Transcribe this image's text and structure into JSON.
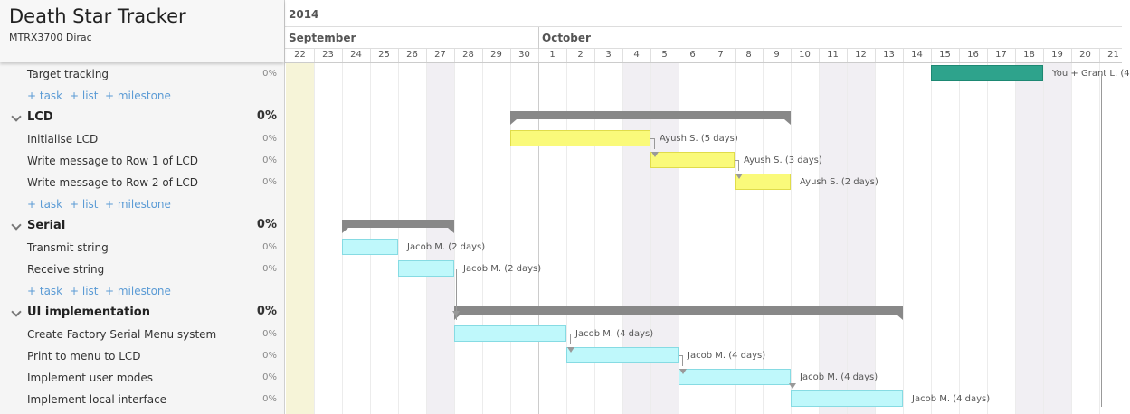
{
  "project": {
    "title": "Death Star Tracker",
    "subtitle": "MTRX3700 Dirac"
  },
  "links": {
    "task": "+ task",
    "list": "+ list",
    "milestone": "+ milestone"
  },
  "timeline": {
    "year": "2014",
    "months": [
      "September",
      "October"
    ],
    "days": [
      "22",
      "23",
      "24",
      "25",
      "26",
      "27",
      "28",
      "29",
      "30",
      "1",
      "2",
      "3",
      "4",
      "5",
      "6",
      "7",
      "8",
      "9",
      "10",
      "11",
      "12",
      "13",
      "14",
      "15",
      "16",
      "17",
      "18",
      "19",
      "20",
      "21"
    ]
  },
  "rows": [
    {
      "type": "task",
      "label": "Target tracking",
      "pct": "0%"
    },
    {
      "type": "links"
    },
    {
      "type": "group",
      "label": "LCD",
      "pct": "0%"
    },
    {
      "type": "task",
      "label": "Initialise LCD",
      "pct": "0%"
    },
    {
      "type": "task",
      "label": "Write message to Row 1 of LCD",
      "pct": "0%"
    },
    {
      "type": "task",
      "label": "Write message to Row 2 of LCD",
      "pct": "0%"
    },
    {
      "type": "links"
    },
    {
      "type": "group",
      "label": "Serial",
      "pct": "0%"
    },
    {
      "type": "task",
      "label": "Transmit string",
      "pct": "0%"
    },
    {
      "type": "task",
      "label": "Receive string",
      "pct": "0%"
    },
    {
      "type": "links"
    },
    {
      "type": "group",
      "label": "UI implementation",
      "pct": "0%"
    },
    {
      "type": "task",
      "label": "Create Factory Serial Menu system",
      "pct": "0%"
    },
    {
      "type": "task",
      "label": "Print to menu to LCD",
      "pct": "0%"
    },
    {
      "type": "task",
      "label": "Implement user modes",
      "pct": "0%"
    },
    {
      "type": "task",
      "label": "Implement local interface",
      "pct": "0%"
    }
  ],
  "bars": [
    {
      "row": 0,
      "kind": "task",
      "color": "teal",
      "start": 23,
      "days": 4,
      "label": "You + Grant L. (4"
    },
    {
      "row": 2,
      "kind": "summary",
      "start": 8,
      "days": 10
    },
    {
      "row": 3,
      "kind": "task",
      "color": "yellow",
      "start": 8,
      "days": 5,
      "label": "Ayush S. (5 days)"
    },
    {
      "row": 4,
      "kind": "task",
      "color": "yellow",
      "start": 13,
      "days": 3,
      "label": "Ayush S. (3 days)"
    },
    {
      "row": 5,
      "kind": "task",
      "color": "yellow",
      "start": 16,
      "days": 2,
      "label": "Ayush S. (2 days)"
    },
    {
      "row": 7,
      "kind": "summary",
      "start": 2,
      "days": 4
    },
    {
      "row": 8,
      "kind": "task",
      "color": "cyan",
      "start": 2,
      "days": 2,
      "label": "Jacob M. (2 days)"
    },
    {
      "row": 9,
      "kind": "task",
      "color": "cyan",
      "start": 4,
      "days": 2,
      "label": "Jacob M. (2 days)"
    },
    {
      "row": 11,
      "kind": "summary",
      "start": 6,
      "days": 16
    },
    {
      "row": 12,
      "kind": "task",
      "color": "cyan",
      "start": 6,
      "days": 4,
      "label": "Jacob M. (4 days)"
    },
    {
      "row": 13,
      "kind": "task",
      "color": "cyan",
      "start": 10,
      "days": 4,
      "label": "Jacob M. (4 days)"
    },
    {
      "row": 14,
      "kind": "task",
      "color": "cyan",
      "start": 14,
      "days": 4,
      "label": "Jacob M. (4 days)"
    },
    {
      "row": 15,
      "kind": "task",
      "color": "cyan",
      "start": 18,
      "days": 4,
      "label": "Jacob M. (4 days)"
    }
  ],
  "dependencies": [
    {
      "from": 3,
      "to": 4
    },
    {
      "from": 4,
      "to": 5
    },
    {
      "from": 12,
      "to": 13
    },
    {
      "from": 13,
      "to": 14
    }
  ],
  "colors": {
    "today": "#f6f4d8",
    "weekend": "#f1eff3"
  }
}
